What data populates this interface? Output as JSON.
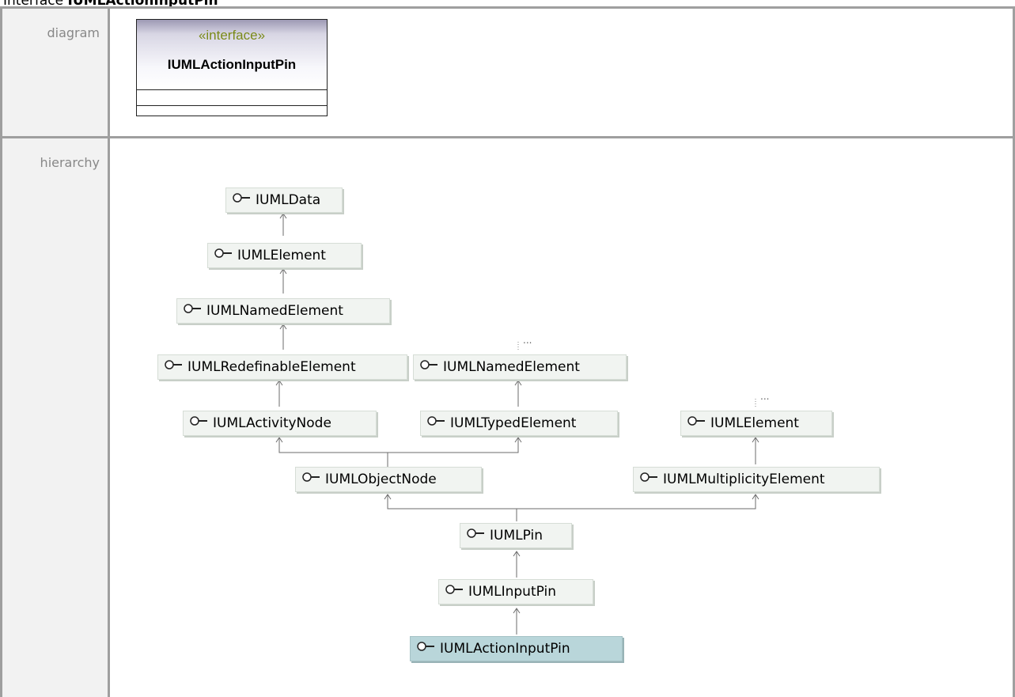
{
  "heading": {
    "prefix": "Interface",
    "name": "IUMLActionInputPin"
  },
  "rows": [
    {
      "label": "diagram"
    },
    {
      "label": "hierarchy"
    }
  ],
  "diagram": {
    "stereotype": "«interface»",
    "name": "IUMLActionInputPin"
  },
  "hierarchy": {
    "nodes": [
      {
        "id": "data",
        "label": "IUMLData"
      },
      {
        "id": "element",
        "label": "IUMLElement"
      },
      {
        "id": "named",
        "label": "IUMLNamedElement"
      },
      {
        "id": "redef",
        "label": "IUMLRedefinableElement"
      },
      {
        "id": "named2",
        "label": "IUMLNamedElement"
      },
      {
        "id": "activity",
        "label": "IUMLActivityNode"
      },
      {
        "id": "typed",
        "label": "IUMLTypedElement"
      },
      {
        "id": "element2",
        "label": "IUMLElement"
      },
      {
        "id": "object",
        "label": "IUMLObjectNode"
      },
      {
        "id": "mult",
        "label": "IUMLMultiplicityElement"
      },
      {
        "id": "pin",
        "label": "IUMLPin"
      },
      {
        "id": "input",
        "label": "IUMLInputPin"
      },
      {
        "id": "action",
        "label": "IUMLActionInputPin",
        "selected": true
      }
    ],
    "ellipsis": "..."
  },
  "colors": {
    "stereotype": "#7a8a18",
    "node_bg": "#f1f4f1",
    "selected_bg": "#b9d6da",
    "grid": "#9f9f9f"
  }
}
